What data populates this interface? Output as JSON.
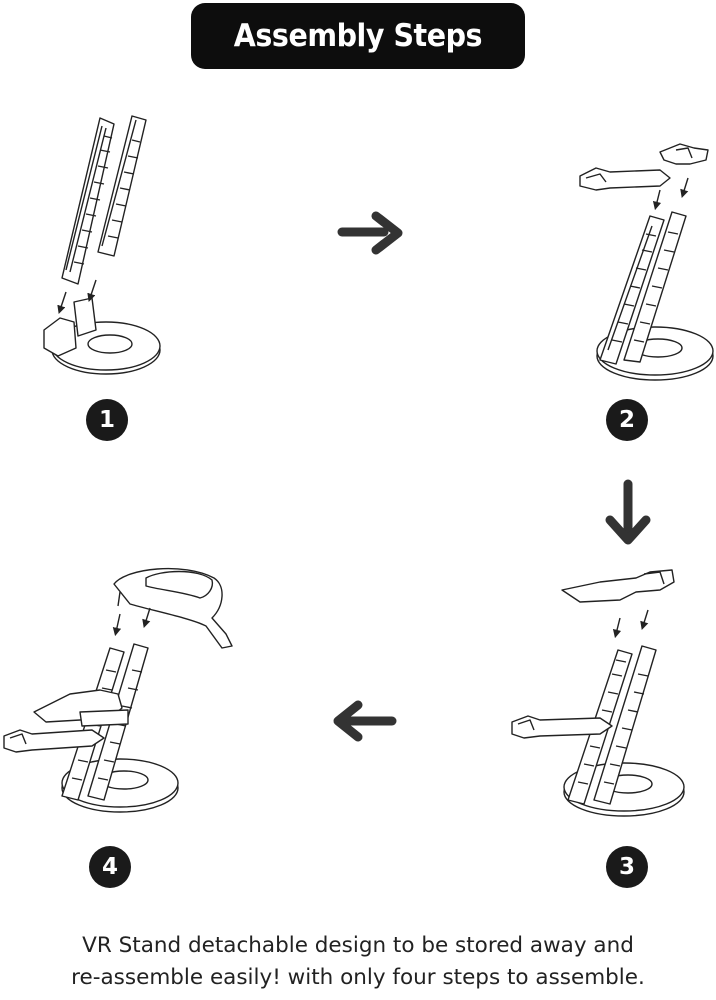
{
  "header": {
    "title": "Assembly Steps"
  },
  "steps": [
    {
      "number": "1"
    },
    {
      "number": "2"
    },
    {
      "number": "3"
    },
    {
      "number": "4"
    }
  ],
  "flow_arrows": [
    "arrow-right-icon",
    "arrow-down-icon",
    "arrow-left-icon"
  ],
  "caption": {
    "line1": "VR Stand detachable design to be stored away and",
    "line2": "re-assemble easily! with only four steps to assemble."
  },
  "colors": {
    "pill": "#0d0d0d",
    "badge": "#1a1a1a",
    "arrow": "#333333",
    "line": "#222222"
  }
}
